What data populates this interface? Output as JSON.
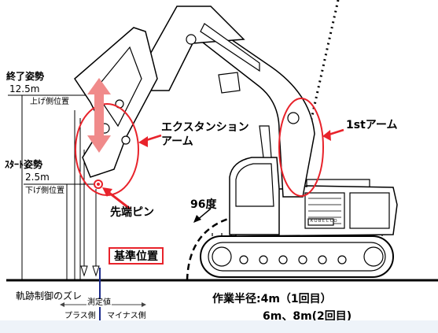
{
  "labels": {
    "end_posture": "終了姿勢",
    "end_height": "12.5m",
    "up_side": "上げ側位置",
    "start_posture": "ｽﾀｰﾄ姿勢",
    "start_height": "2.5m",
    "down_side": "下げ側位置",
    "extension_arm_line1": "エクスタンション",
    "extension_arm_line2": "アーム",
    "first_arm": "1stアーム",
    "tip_pin": "先端ピン",
    "angle": "96度",
    "reference_position": "基準位置",
    "trajectory_deviation": "軌跡制御のズレ",
    "measured_value": "測定値",
    "plus_side": "プラス側",
    "minus_side": "マイナス側",
    "working_radius_1": "作業半径:4m（1回目）",
    "working_radius_2": "6m、8m(2回目)",
    "machine_brand": "ＫＯＢＥＬＣＯ"
  },
  "colors": {
    "accent_red": "#e8232b",
    "arrow_fill": "#f08a8a",
    "line": "#000000"
  }
}
